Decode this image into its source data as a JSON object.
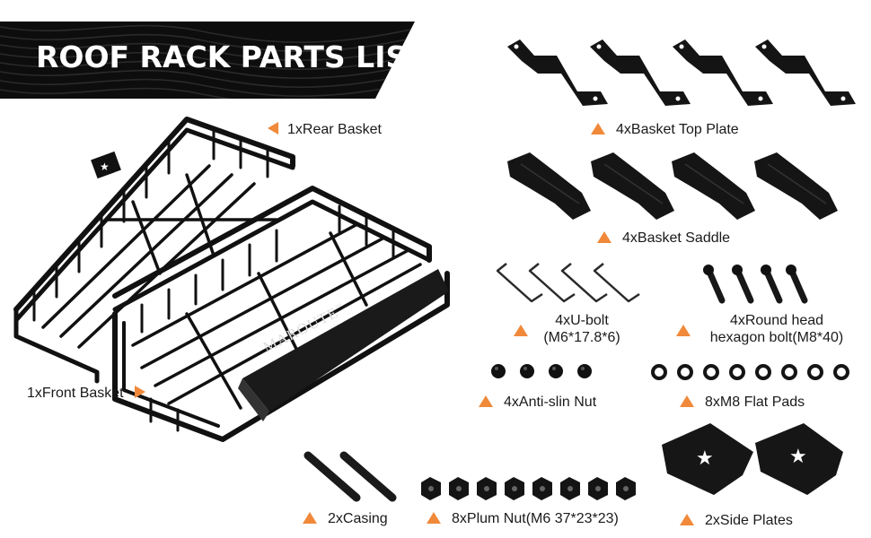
{
  "banner": {
    "title": "ROOF RACK PARTS LIST"
  },
  "basket": {
    "rear_label": "1xRear Basket",
    "front_label": "1xFront Basket",
    "brand": "MAROUTE",
    "brand_mark": "™"
  },
  "parts": {
    "top_plate": "4xBasket Top Plate",
    "saddle": "4xBasket Saddle",
    "ubolt_line1": "4xU-bolt",
    "ubolt_line2": "(M6*17.8*6)",
    "bolt_line1": "4xRound head",
    "bolt_line2": "hexagon bolt(M8*40)",
    "nut": "4xAnti-slin Nut",
    "flat_pads": "8xM8 Flat Pads",
    "casing": "2xCasing",
    "plum_nut": "8xPlum Nut(M6 37*23*23)",
    "side_plates": "2xSide Plates"
  },
  "colors": {
    "accent": "#f0893a",
    "part": "#111111",
    "banner": "#0d0d0d"
  }
}
